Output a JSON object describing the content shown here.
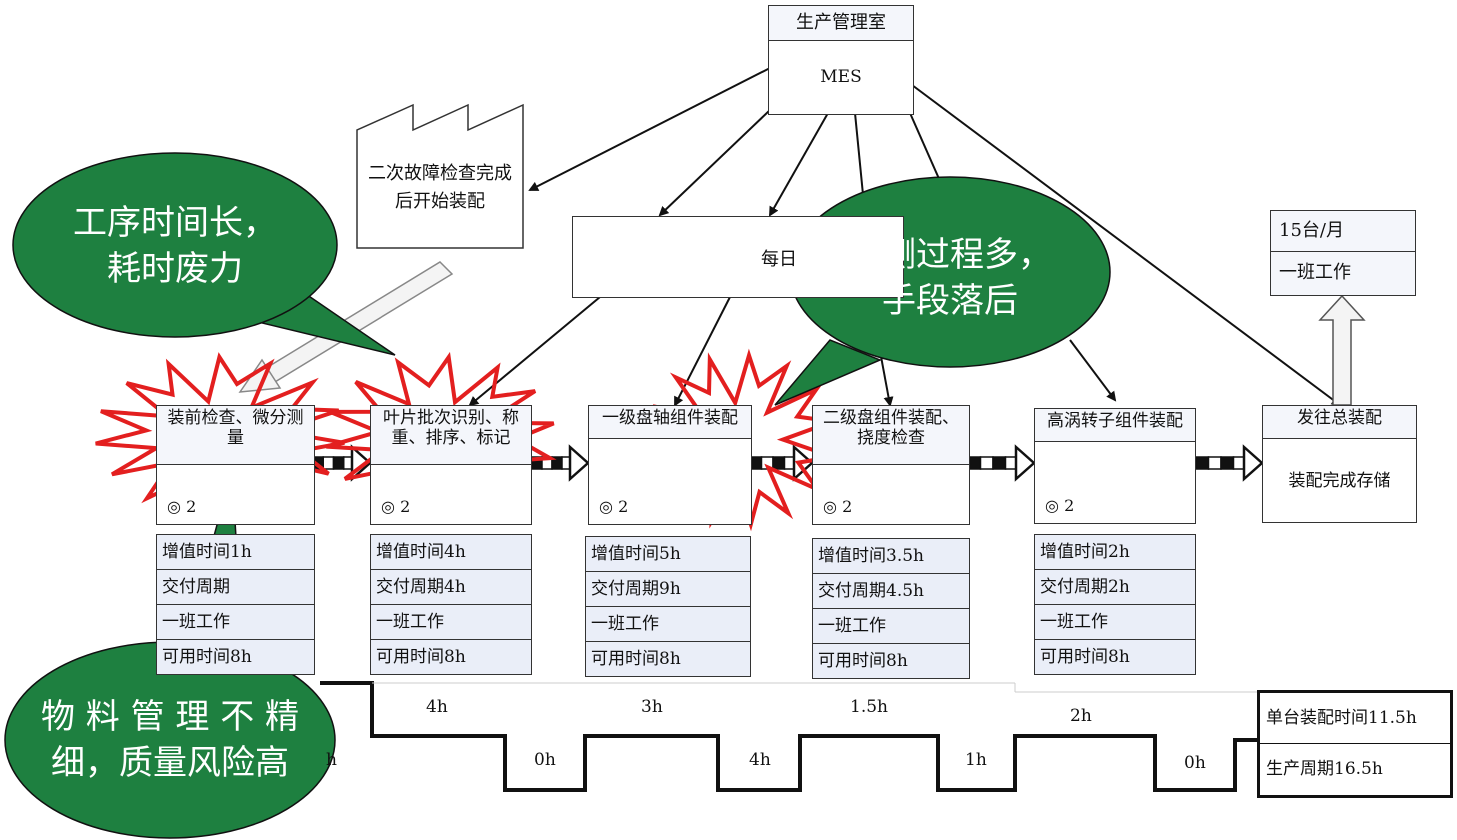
{
  "control": {
    "title": "生产管理室",
    "system": "MES"
  },
  "supplier": {
    "line1": "二次故障检查完成",
    "line2": "后开始装配"
  },
  "schedule_box": {
    "label": "每日"
  },
  "customer": {
    "demand": "15台/月",
    "shift": "一班工作"
  },
  "processes": [
    {
      "title_line1": "装前检查、微分测",
      "title_line2": "量",
      "operators": "2",
      "attrs": [
        "增值时间1h",
        "交付周期",
        "一班工作",
        "可用时间8h"
      ]
    },
    {
      "title_line1": "叶片批次识别、称",
      "title_line2": "重、排序、标记",
      "operators": "2",
      "attrs": [
        "增值时间4h",
        "交付周期4h",
        "一班工作",
        "可用时间8h"
      ]
    },
    {
      "title_line1": "一级盘轴组件装配",
      "title_line2": "",
      "operators": "2",
      "attrs": [
        "增值时间5h",
        "交付周期9h",
        "一班工作",
        "可用时间8h"
      ]
    },
    {
      "title_line1": "二级盘组件装配、",
      "title_line2": "挠度检查",
      "operators": "2",
      "attrs": [
        "增值时间3.5h",
        "交付周期4.5h",
        "一班工作",
        "可用时间8h"
      ]
    },
    {
      "title_line1": "高涡转子组件装配",
      "title_line2": "",
      "operators": "2",
      "attrs": [
        "增值时间2h",
        "交付周期2h",
        "一班工作",
        "可用时间8h"
      ]
    },
    {
      "title_line1": "发往总装配",
      "title_line2": "装配完成存储",
      "operators": "",
      "attrs": []
    }
  ],
  "timeline": {
    "upper": [
      "4h",
      "3h",
      "1.5h",
      "2h"
    ],
    "lower": [
      "h",
      "0h",
      "4h",
      "1h",
      "0h"
    ]
  },
  "summary": {
    "assembly_time": "单台装配时间11.5h",
    "cycle": "生产周期16.5h"
  },
  "bubbles": {
    "left_top": {
      "line1": "工序时间长，",
      "line2": "耗时废力"
    },
    "mid_top": {
      "line1": "检测过程多，",
      "line2": "手段落后"
    },
    "left_bottom": {
      "line1": "物 料 管 理 不 精",
      "line2": "细，质量风险高"
    }
  },
  "colors": {
    "bubble_fill": "#1e8040",
    "burst_stroke": "#e31f1f",
    "header_fill": "#f4f6fb",
    "attr_fill": "#eaeef8"
  }
}
